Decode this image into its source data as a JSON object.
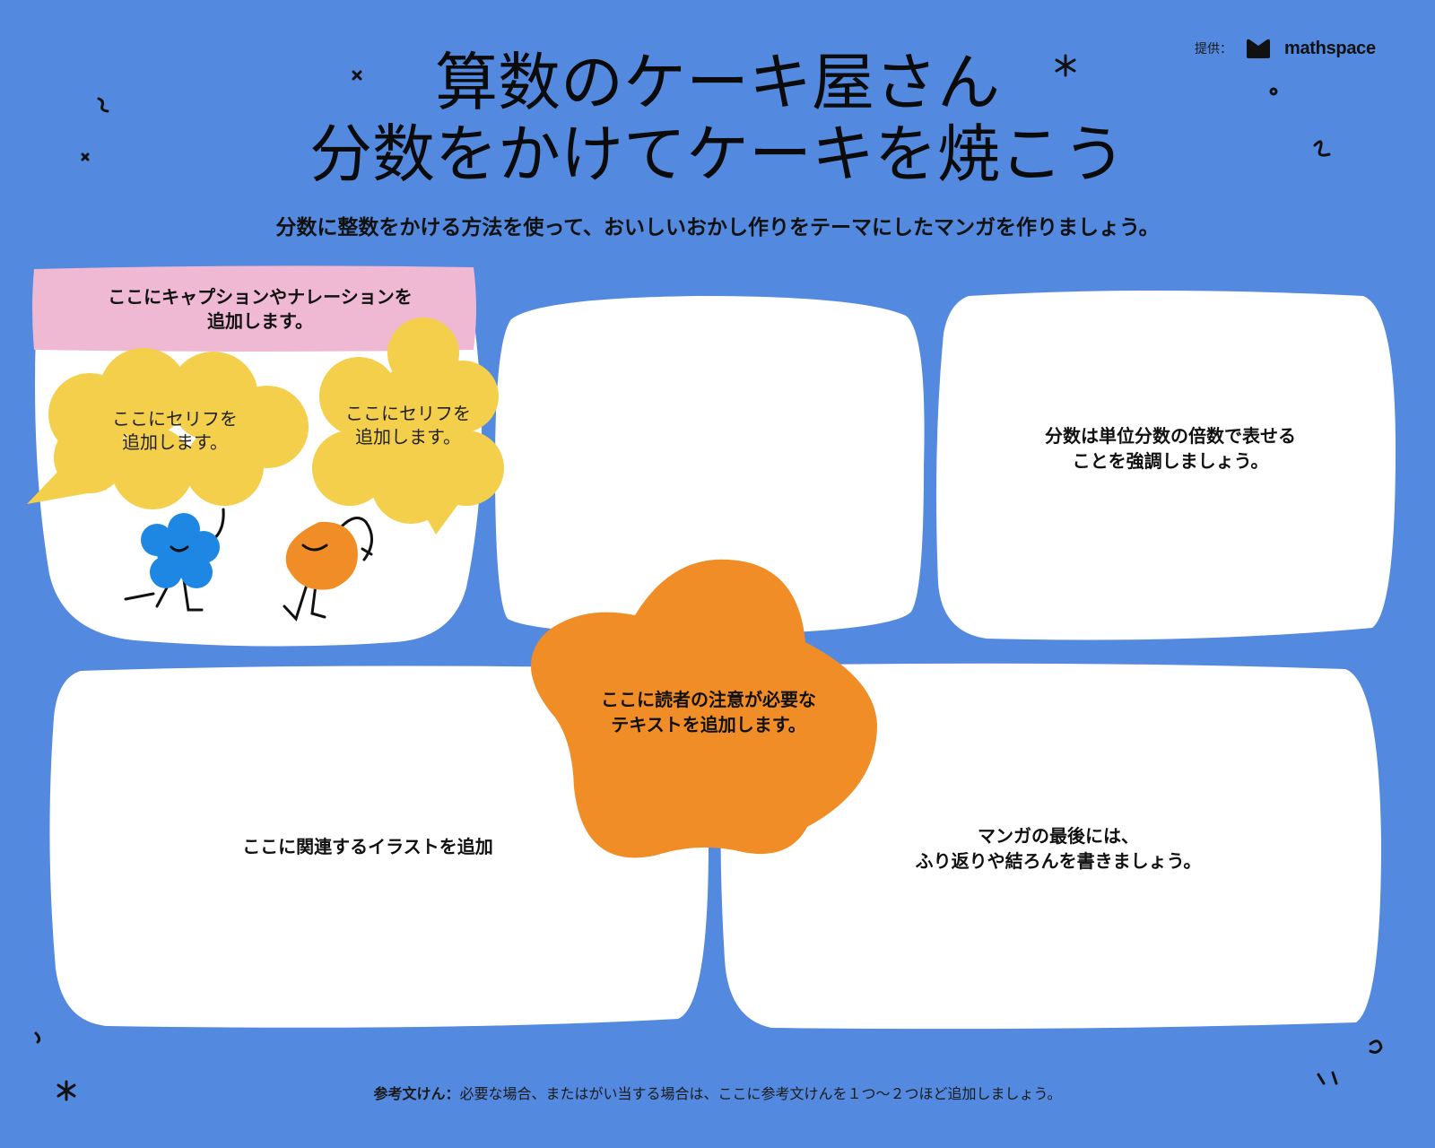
{
  "brand": {
    "label": "提供：",
    "name": "mathspace"
  },
  "title": {
    "line1": "算数のケーキ屋さん",
    "line2": "分数をかけてケーキを焼こう"
  },
  "subtitle": "分数に整数をかける方法を使って、おいしいおかし作りをテーマにしたマンガを作りましょう。",
  "panel1": {
    "caption": "ここにキャプションやナレーションを\n追加します。",
    "bubble_left": "ここにセリフを\n追加します。",
    "bubble_right": "ここにセリフを\n追加します。"
  },
  "panel3": {
    "text": "分数は単位分数の倍数で表せる\nことを強調しましょう。"
  },
  "callout": {
    "text": "ここに読者の注意が必要な\nテキストを追加します。"
  },
  "panel4": {
    "text": "ここに関連するイラストを追加"
  },
  "panel5": {
    "text": "マンガの最後には、\nふり返りや結ろんを書きましょう。"
  },
  "footer": {
    "label": "参考文けん：",
    "text": "必要な場合、またはがい当する場合は、ここに参考文けんを１つ〜２つほど追加しましょう。"
  },
  "colors": {
    "background": "#5389df",
    "panel": "#ffffff",
    "caption": "#efb8d3",
    "bubble": "#f4cf4b",
    "callout": "#f08d27",
    "blue_character": "#1e86e3",
    "orange_character": "#f08d27"
  }
}
